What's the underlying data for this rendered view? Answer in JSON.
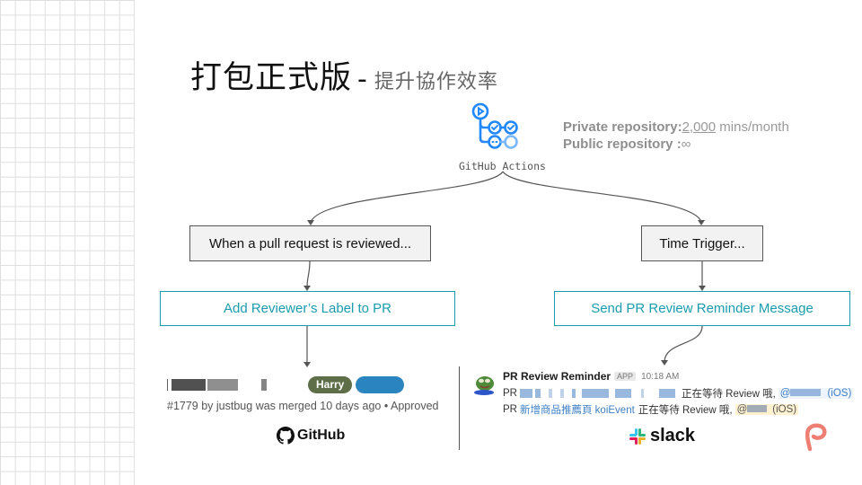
{
  "slide": {
    "title_main": "打包正式版",
    "title_sep": "-",
    "title_sub": "提升協作效率"
  },
  "github_actions": {
    "icon": "github-actions-icon",
    "label": "GitHub Actions",
    "accent_color": "#2188ff"
  },
  "repo_info": {
    "private_label": "Private repository",
    "private_sep": ":",
    "private_value": "2,000",
    "private_unit": " mins/month",
    "public_label": "Public repository ",
    "public_sep": ":",
    "public_value": "∞"
  },
  "flow": {
    "trigger_pr": "When a pull request is reviewed...",
    "trigger_time": "Time Trigger...",
    "action_label": "Add Reviewer’s Label to PR",
    "action_reminder": "Send PR Review Reminder Message",
    "action_color": "#1a9cae"
  },
  "github_example": {
    "label_harry": "Harry",
    "meta": "#1779 by justbug was merged 10 days ago • Approved",
    "logo_text": "GitHub"
  },
  "slack_example": {
    "bot_name": "PR Review Reminder",
    "app_badge": "APP",
    "time": "10:18 AM",
    "line1_prefix": "PR",
    "line1_suffix": "正在等待 Review 哦,",
    "line1_mention": "@",
    "line1_tag": "(iOS)",
    "line2_prefix": "PR",
    "line2_link": "新增商品推薦頁 koiEvent",
    "line2_suffix": "正在等待 Review 哦,",
    "line2_mention": "@",
    "line2_tag": "(iOS)",
    "logo_text": "slack"
  },
  "brand": {
    "logo": "pinkoi-logo-icon",
    "color": "#ef7f73"
  }
}
